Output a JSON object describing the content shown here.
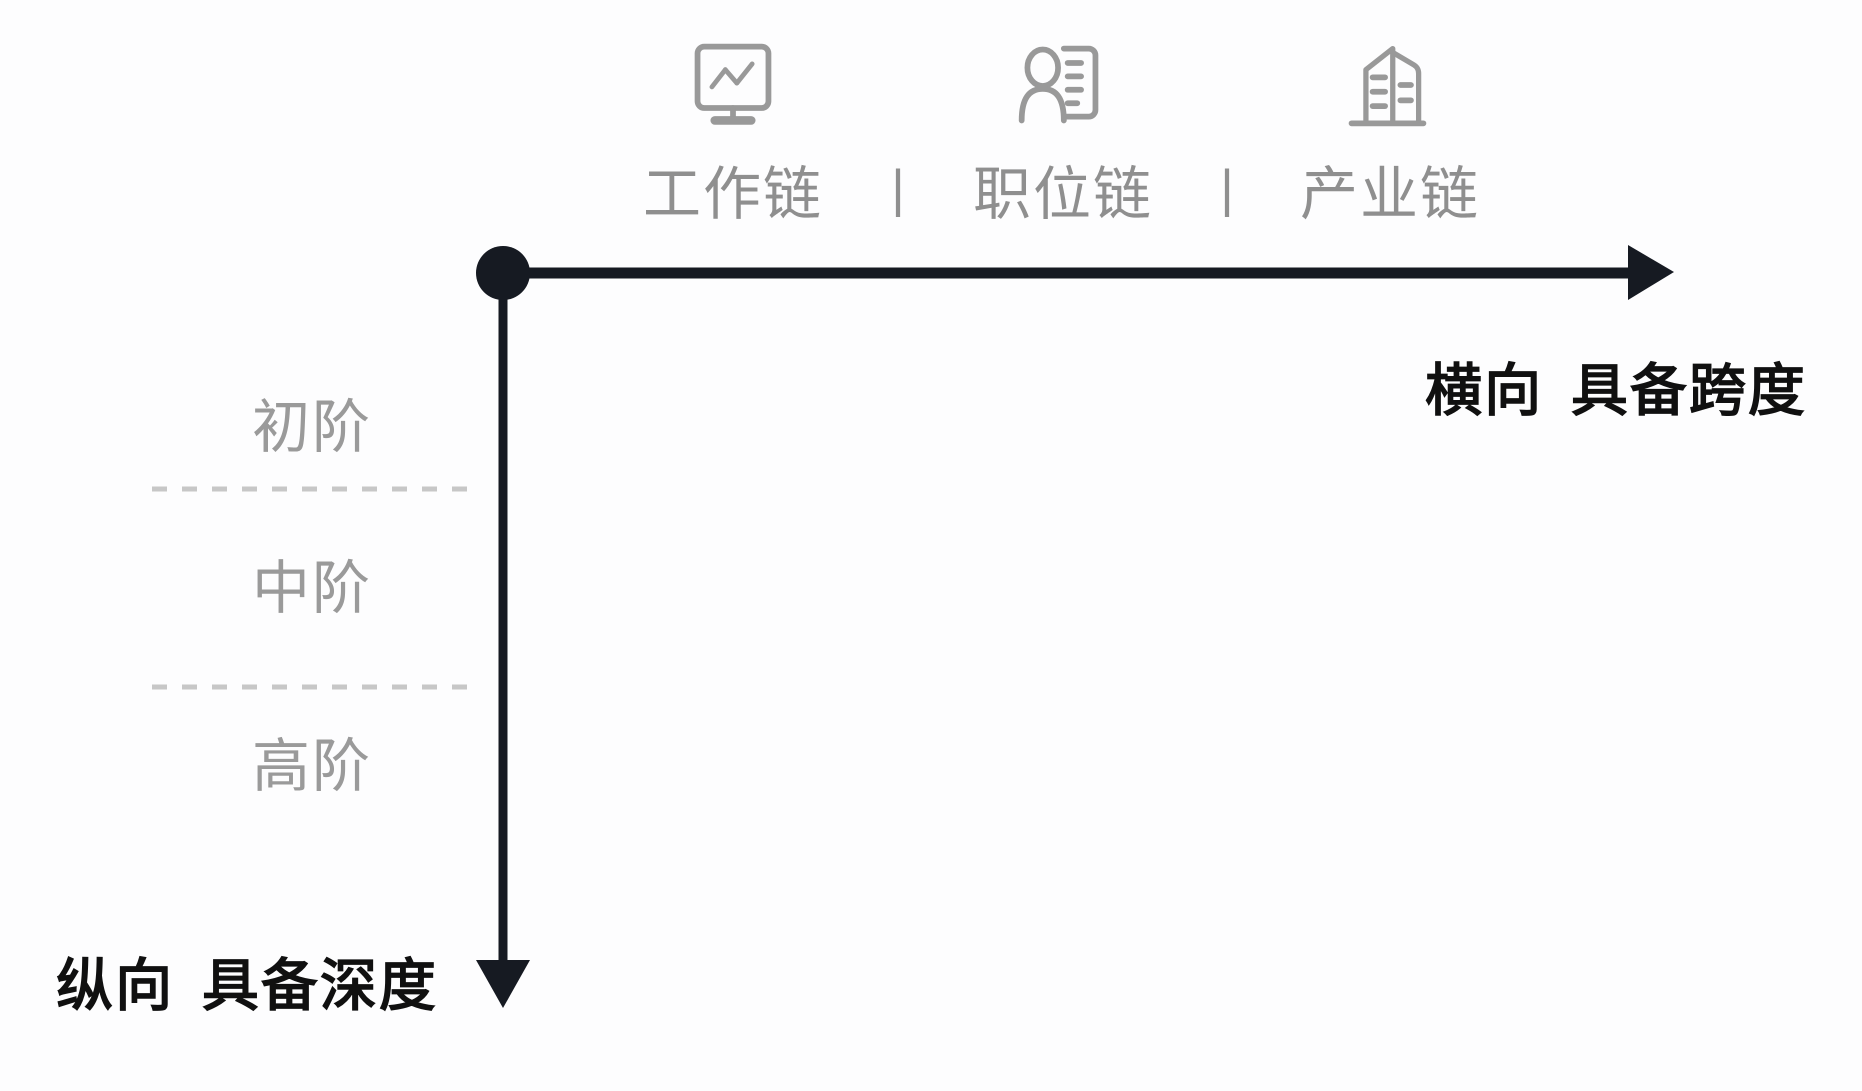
{
  "canvas": {
    "background": "#fdfdfe"
  },
  "top_chains": {
    "separator": "|",
    "items": [
      {
        "label": "工作链",
        "icon": "presentation-chart-icon"
      },
      {
        "label": "职位链",
        "icon": "person-resume-icon"
      },
      {
        "label": "产业链",
        "icon": "building-icon"
      }
    ]
  },
  "stages": {
    "items": [
      {
        "label": "初阶"
      },
      {
        "label": "中阶"
      },
      {
        "label": "高阶"
      }
    ]
  },
  "axes": {
    "horizontal_label": "横向 具备跨度",
    "vertical_label": "纵向 具备深度"
  },
  "colors": {
    "axis": "#161a22",
    "bold_text": "#101010",
    "gray_text": "#8f8f8f",
    "icon": "#999999",
    "divider": "#c7c7c7"
  }
}
